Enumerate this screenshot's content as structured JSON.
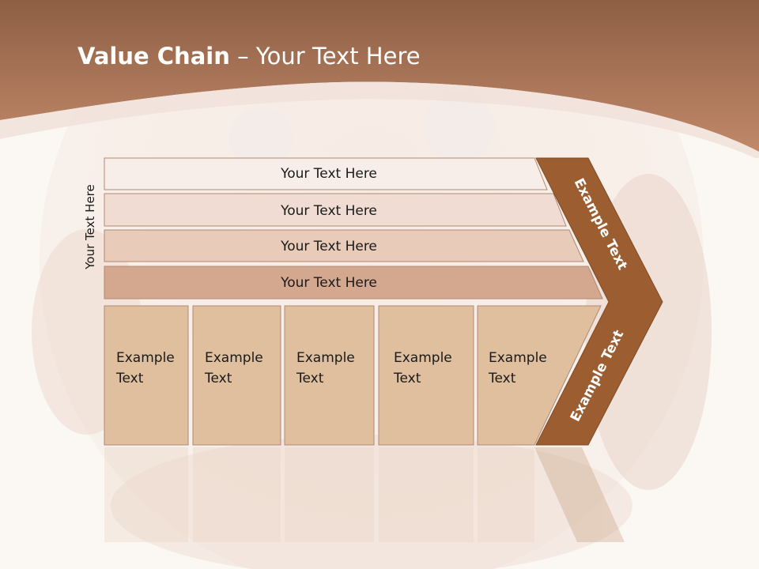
{
  "slide": {
    "title_bold": "Value Chain",
    "title_rest": " – Your Text Here",
    "side_label": "Your Text Here"
  },
  "rows": [
    {
      "label": "Your Text Here",
      "color": "#f7ede9"
    },
    {
      "label": "Your Text Here",
      "color": "#f0dcd2"
    },
    {
      "label": "Your Text Here",
      "color": "#e9cbb9"
    },
    {
      "label": "Your Text Here",
      "color": "#d4a88e"
    }
  ],
  "columns": [
    {
      "line1": "Example",
      "line2": "Text"
    },
    {
      "line1": "Example",
      "line2": "Text"
    },
    {
      "line1": "Example",
      "line2": "Text"
    },
    {
      "line1": "Example",
      "line2": "Text"
    },
    {
      "line1": "Example",
      "line2": "Text"
    }
  ],
  "chevron": {
    "upper_label": "Example Text",
    "lower_label": "Example Text",
    "color": "#9c5e31"
  },
  "colors": {
    "header": "#b97a57",
    "column_fill": "#dfbf9e",
    "box_stroke": "#b08a74"
  }
}
